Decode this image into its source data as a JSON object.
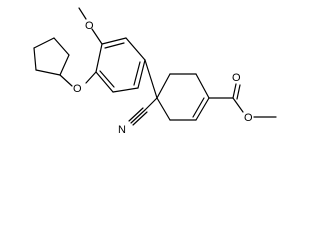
{
  "molecule": {
    "atom_labels": {
      "methoxy_oxygen": "O",
      "ether_oxygen": "O",
      "carbonyl_oxygen": "O",
      "ester_oxygen": "O",
      "nitrile_nitrogen": "N"
    },
    "colors": {
      "bond": "#000000",
      "label": "#000000",
      "background": "#ffffff"
    }
  }
}
